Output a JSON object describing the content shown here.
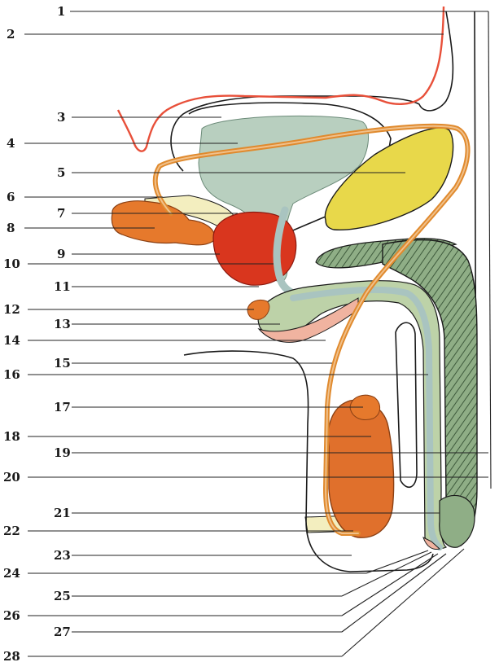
{
  "labels": [
    "1",
    "2",
    "3",
    "4",
    "5",
    "6",
    "7",
    "8",
    "9",
    "10",
    "11",
    "12",
    "13",
    "14",
    "15",
    "16",
    "17",
    "18",
    "19",
    "20",
    "21",
    "22",
    "23",
    "24",
    "25",
    "26",
    "27",
    "28"
  ],
  "colors": {
    "skin_line": "#e8503a",
    "bladder": "#b8cfbf",
    "pubic_bone": "#e8d84a",
    "prostate": "#d9361e",
    "vas_deferens": "#e08a2e",
    "seminal_vesicle": "#e6792c",
    "corpus_cavernosum": "#8fae86",
    "corpus_spongiosum": "#bdd2a8",
    "urethra": "#a9c4c0",
    "testis": "#e0702c",
    "bulb_pink": "#f0b3a0",
    "pale_yellow": "#f3eebf"
  }
}
